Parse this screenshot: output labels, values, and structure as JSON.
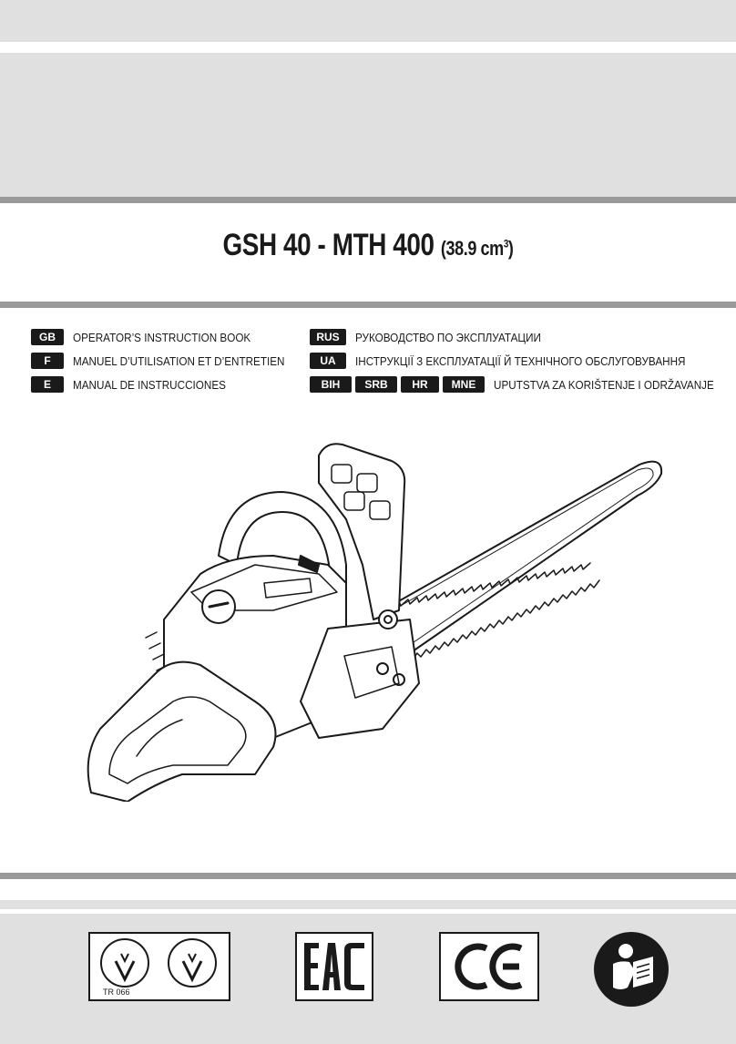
{
  "cover": {
    "title_model": "GSH 40 - MTH 400",
    "title_displacement": "(38.9 cm",
    "title_sup": "3",
    "title_close": ")"
  },
  "languages_left": [
    {
      "code": "GB",
      "text": "OPERATOR’S INSTRUCTION BOOK"
    },
    {
      "code": "F",
      "text": "MANUEL D’UTILISATION ET D’ENTRETIEN"
    },
    {
      "code": "E",
      "text": "MANUAL DE INSTRUCCIONES"
    }
  ],
  "languages_right": [
    {
      "codes": [
        "RUS"
      ],
      "text": "РУКОВОДСТВО ПО ЭКСПЛУАТАЦИИ"
    },
    {
      "codes": [
        "UA"
      ],
      "text": "ІНСТРУКЦІЇ З ЕКСПЛУАТАЦІЇ Й ТЕХНІЧНОГО ОБСЛУГОВУВАННЯ"
    },
    {
      "codes": [
        "BIH",
        "SRB",
        "HR",
        "MNE"
      ],
      "text": "UPUTSTVA ZA KORIŠTENJE I ODRŽAVANJE"
    }
  ],
  "certifications": {
    "tr_label": "TR 066",
    "eac_icon": "eac-mark-icon",
    "ce_icon": "ce-mark-icon",
    "read_manual_icon": "read-manual-icon"
  },
  "illustration": {
    "icon": "chainsaw-illustration"
  }
}
